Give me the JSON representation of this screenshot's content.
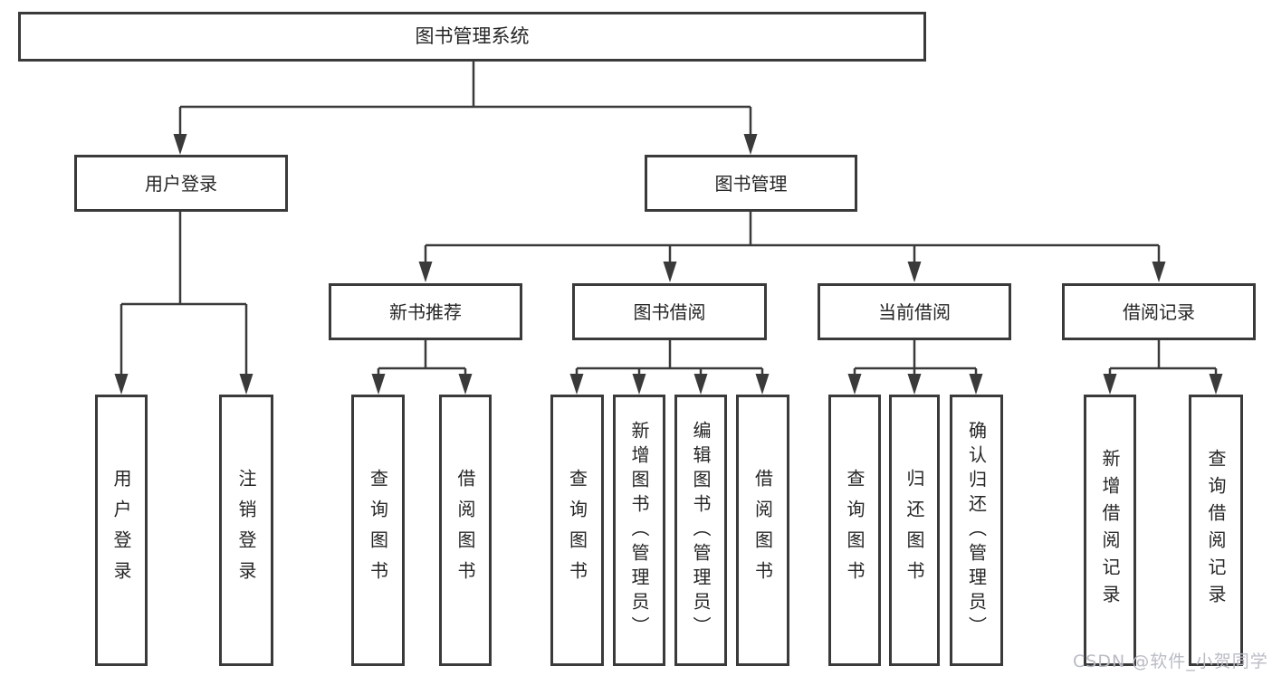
{
  "diagram": {
    "root": {
      "label": "图书管理系统"
    },
    "branches": [
      {
        "label": "用户登录",
        "children": [
          {
            "label": "用户登录"
          },
          {
            "label": "注销登录"
          }
        ]
      },
      {
        "label": "图书管理",
        "children": [
          {
            "label": "新书推荐",
            "children": [
              {
                "label": "查询图书"
              },
              {
                "label": "借阅图书"
              }
            ]
          },
          {
            "label": "图书借阅",
            "children": [
              {
                "label": "查询图书"
              },
              {
                "label": "新增图书（管理员）"
              },
              {
                "label": "编辑图书（管理员）"
              },
              {
                "label": "借阅图书"
              }
            ]
          },
          {
            "label": "当前借阅",
            "children": [
              {
                "label": "查询图书"
              },
              {
                "label": "归还图书"
              },
              {
                "label": "确认归还（管理员）"
              }
            ]
          },
          {
            "label": "借阅记录",
            "children": [
              {
                "label": "新增借阅记录"
              },
              {
                "label": "查询借阅记录"
              }
            ]
          }
        ]
      }
    ]
  },
  "watermark": {
    "text": "CSDN @软件_小贺同学"
  },
  "colors": {
    "line": "#3a3a3a",
    "text": "#262626",
    "node_background": "#ffffff",
    "watermark": "#b9bcc4"
  }
}
